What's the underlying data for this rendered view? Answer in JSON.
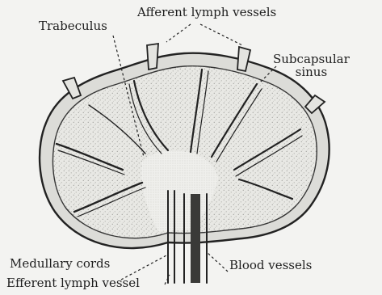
{
  "diagram": {
    "labels": {
      "trabeculus": "Trabeculus",
      "afferent": "Afferent lymph vessels",
      "subcapsular_line1": "Subcapsular",
      "subcapsular_line2": "sinus",
      "medullary": "Medullary cords",
      "blood": "Blood vessels",
      "efferent": "Efferent lymph vessel"
    },
    "colors": {
      "background": "#f3f3f1",
      "ink": "#222222",
      "capsule": "#dcdcd8",
      "cortex": "#e8e8e4",
      "stipple": "#8a8a86",
      "vessel_dark": "#3a3a38"
    }
  }
}
